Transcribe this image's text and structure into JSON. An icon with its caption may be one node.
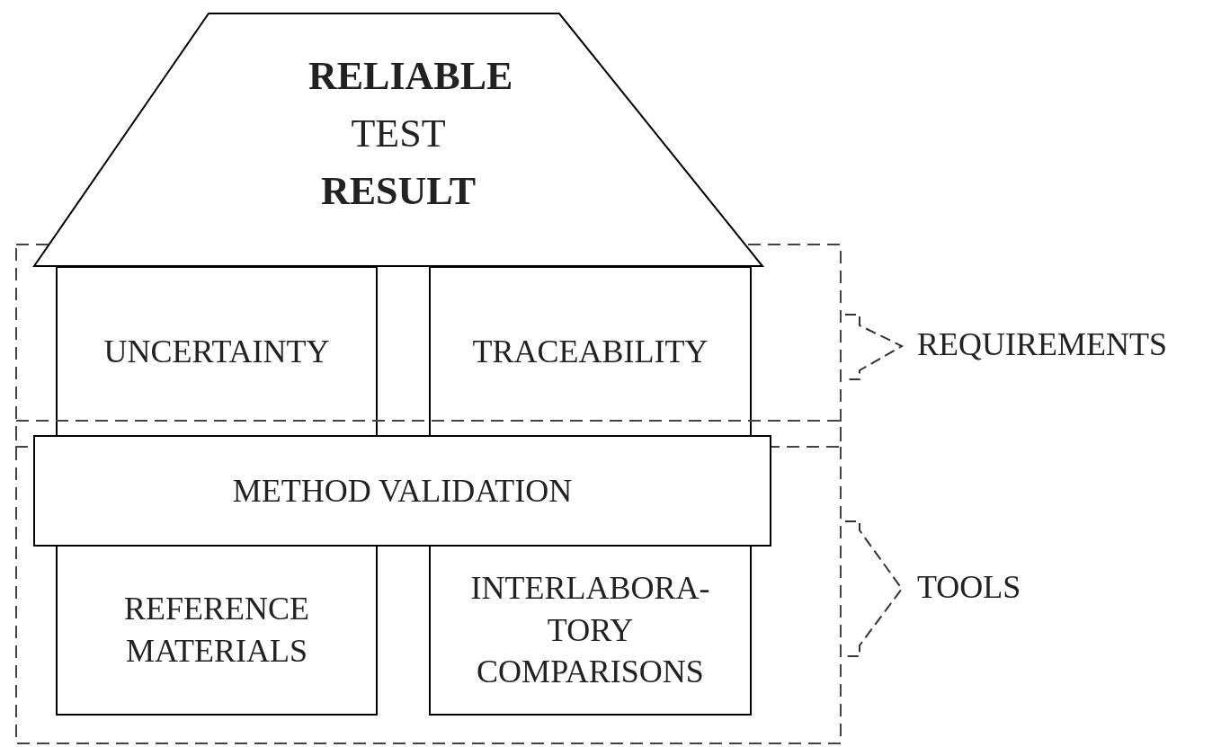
{
  "diagram": {
    "nodes": [
      {
        "text": [
          "**RELIABLE** TEST **RESULT**"
        ]
      },
      {
        "text": [
          "REQUIREMENTS"
        ]
      },
      {
        "text": [
          "UNCERTAINTY"
        ],
        "in": 1
      },
      {
        "text": [
          "TRACEABILITY"
        ],
        "in": 1
      },
      {
        "text": [
          "TOOLS"
        ]
      },
      {
        "text": [
          "METHOD VALIDATION"
        ],
        "in": 4
      },
      {
        "text": [
          "REFERENCE MATERIALS"
        ],
        "in": 4
      },
      {
        "text": [
          "INTERLABORA- TORY COMPARISONS"
        ],
        "in": 4
      }
    ],
    "edges": []
  }
}
